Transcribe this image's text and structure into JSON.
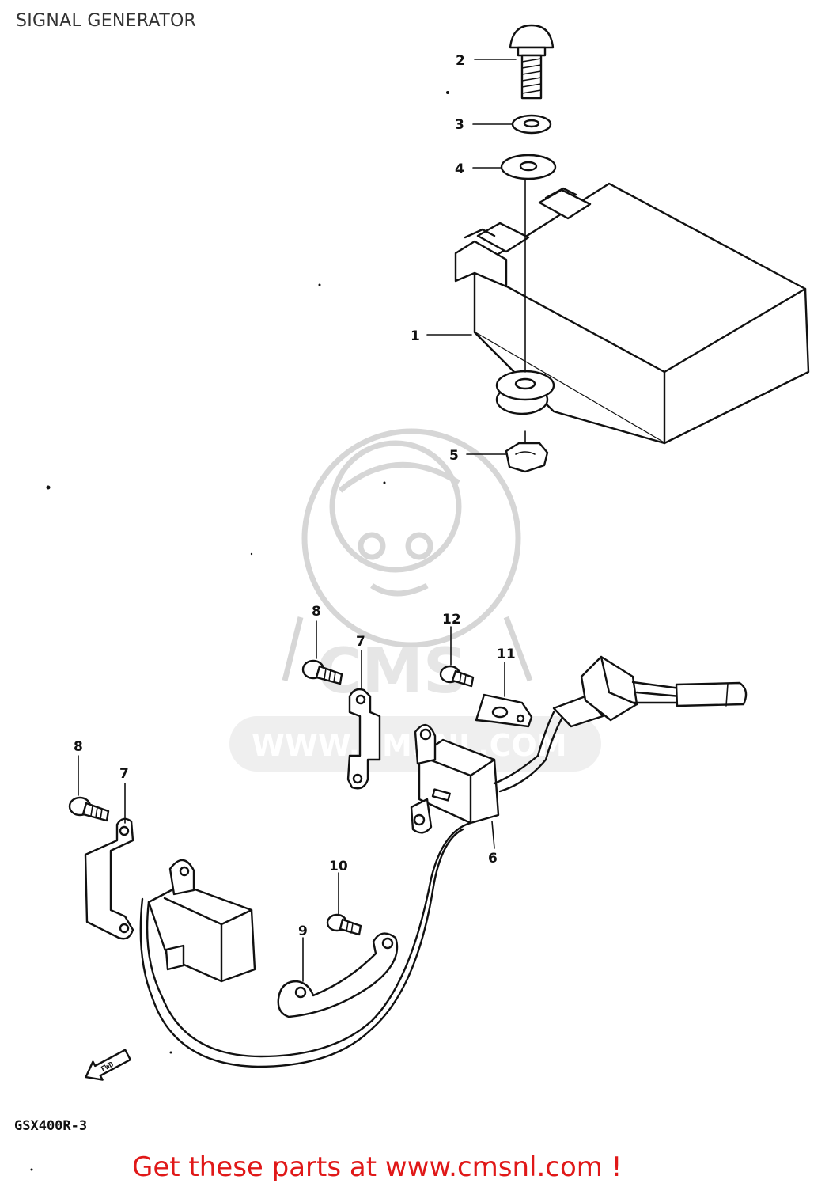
{
  "title": "SIGNAL GENERATOR",
  "model_code": "GSX400R-3",
  "promo_text": "Get these parts at www.cmsnl.com !",
  "watermark": {
    "brand": "CMS",
    "url": "WWW.CMSNL.COM"
  },
  "arrow_label": "FWD",
  "callouts": {
    "c1": "1",
    "c2": "2",
    "c3": "3",
    "c4": "4",
    "c5": "5",
    "c6": "6",
    "c7a": "7",
    "c7b": "7",
    "c8a": "8",
    "c8b": "8",
    "c9": "9",
    "c10": "10",
    "c11": "11",
    "c12": "12"
  },
  "colors": {
    "promo": "#e01818",
    "line": "#111111",
    "watermark": "#cfcfcf"
  }
}
